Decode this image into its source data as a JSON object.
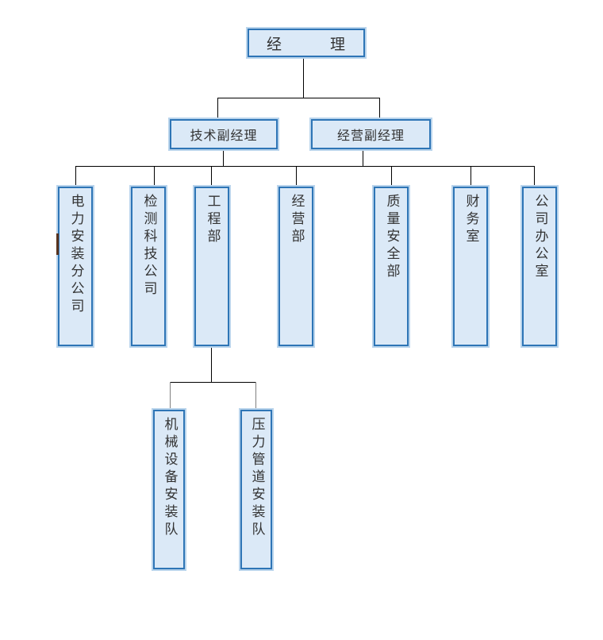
{
  "org_chart": {
    "manager": {
      "label": "经　　　理"
    },
    "deputies": [
      {
        "label": "技术副经理"
      },
      {
        "label": "经营副经理"
      }
    ],
    "departments": [
      {
        "label": "电力安装分公司"
      },
      {
        "label": "检测科技公司"
      },
      {
        "label": "工程部"
      },
      {
        "label": "经营部"
      },
      {
        "label": "质量安全部"
      },
      {
        "label": "财务室"
      },
      {
        "label": "公司办公室"
      }
    ],
    "teams": [
      {
        "label": "机械设备安装队"
      },
      {
        "label": "压力管道安装队"
      }
    ],
    "colors": {
      "box_fill": "#dbe9f7",
      "box_border": "#2e75b6",
      "box_outer_glow": "#b9d4ec",
      "connector": "#000000",
      "connector_gray": "#808080",
      "text": "#333333",
      "background": "#ffffff"
    }
  }
}
